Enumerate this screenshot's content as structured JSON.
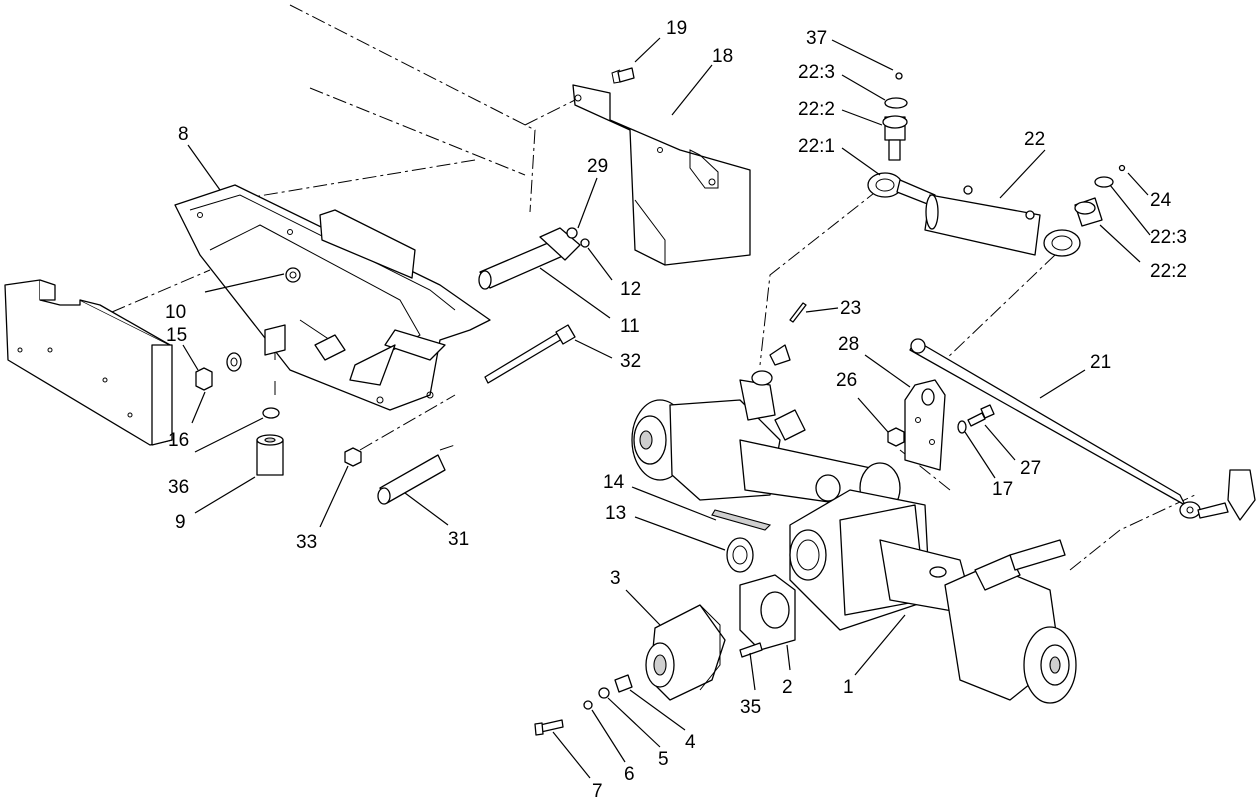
{
  "diagram": {
    "labels": [
      {
        "id": "19",
        "text": "19"
      },
      {
        "id": "18",
        "text": "18"
      },
      {
        "id": "37",
        "text": "37"
      },
      {
        "id": "22-3a",
        "text": "22:3"
      },
      {
        "id": "22-2a",
        "text": "22:2"
      },
      {
        "id": "22-1",
        "text": "22:1"
      },
      {
        "id": "22",
        "text": "22"
      },
      {
        "id": "24",
        "text": "24"
      },
      {
        "id": "22-3b",
        "text": "22:3"
      },
      {
        "id": "22-2b",
        "text": "22:2"
      },
      {
        "id": "8",
        "text": "8"
      },
      {
        "id": "29",
        "text": "29"
      },
      {
        "id": "12",
        "text": "12"
      },
      {
        "id": "10",
        "text": "10"
      },
      {
        "id": "11",
        "text": "11"
      },
      {
        "id": "15",
        "text": "15"
      },
      {
        "id": "32",
        "text": "32"
      },
      {
        "id": "23",
        "text": "23"
      },
      {
        "id": "28",
        "text": "28"
      },
      {
        "id": "21",
        "text": "21"
      },
      {
        "id": "26",
        "text": "26"
      },
      {
        "id": "27",
        "text": "27"
      },
      {
        "id": "17",
        "text": "17"
      },
      {
        "id": "16",
        "text": "16"
      },
      {
        "id": "36",
        "text": "36"
      },
      {
        "id": "9",
        "text": "9"
      },
      {
        "id": "33",
        "text": "33"
      },
      {
        "id": "31",
        "text": "31"
      },
      {
        "id": "14",
        "text": "14"
      },
      {
        "id": "13",
        "text": "13"
      },
      {
        "id": "3",
        "text": "3"
      },
      {
        "id": "35",
        "text": "35"
      },
      {
        "id": "2",
        "text": "2"
      },
      {
        "id": "1",
        "text": "1"
      },
      {
        "id": "4",
        "text": "4"
      },
      {
        "id": "5",
        "text": "5"
      },
      {
        "id": "6",
        "text": "6"
      },
      {
        "id": "7",
        "text": "7"
      }
    ]
  }
}
